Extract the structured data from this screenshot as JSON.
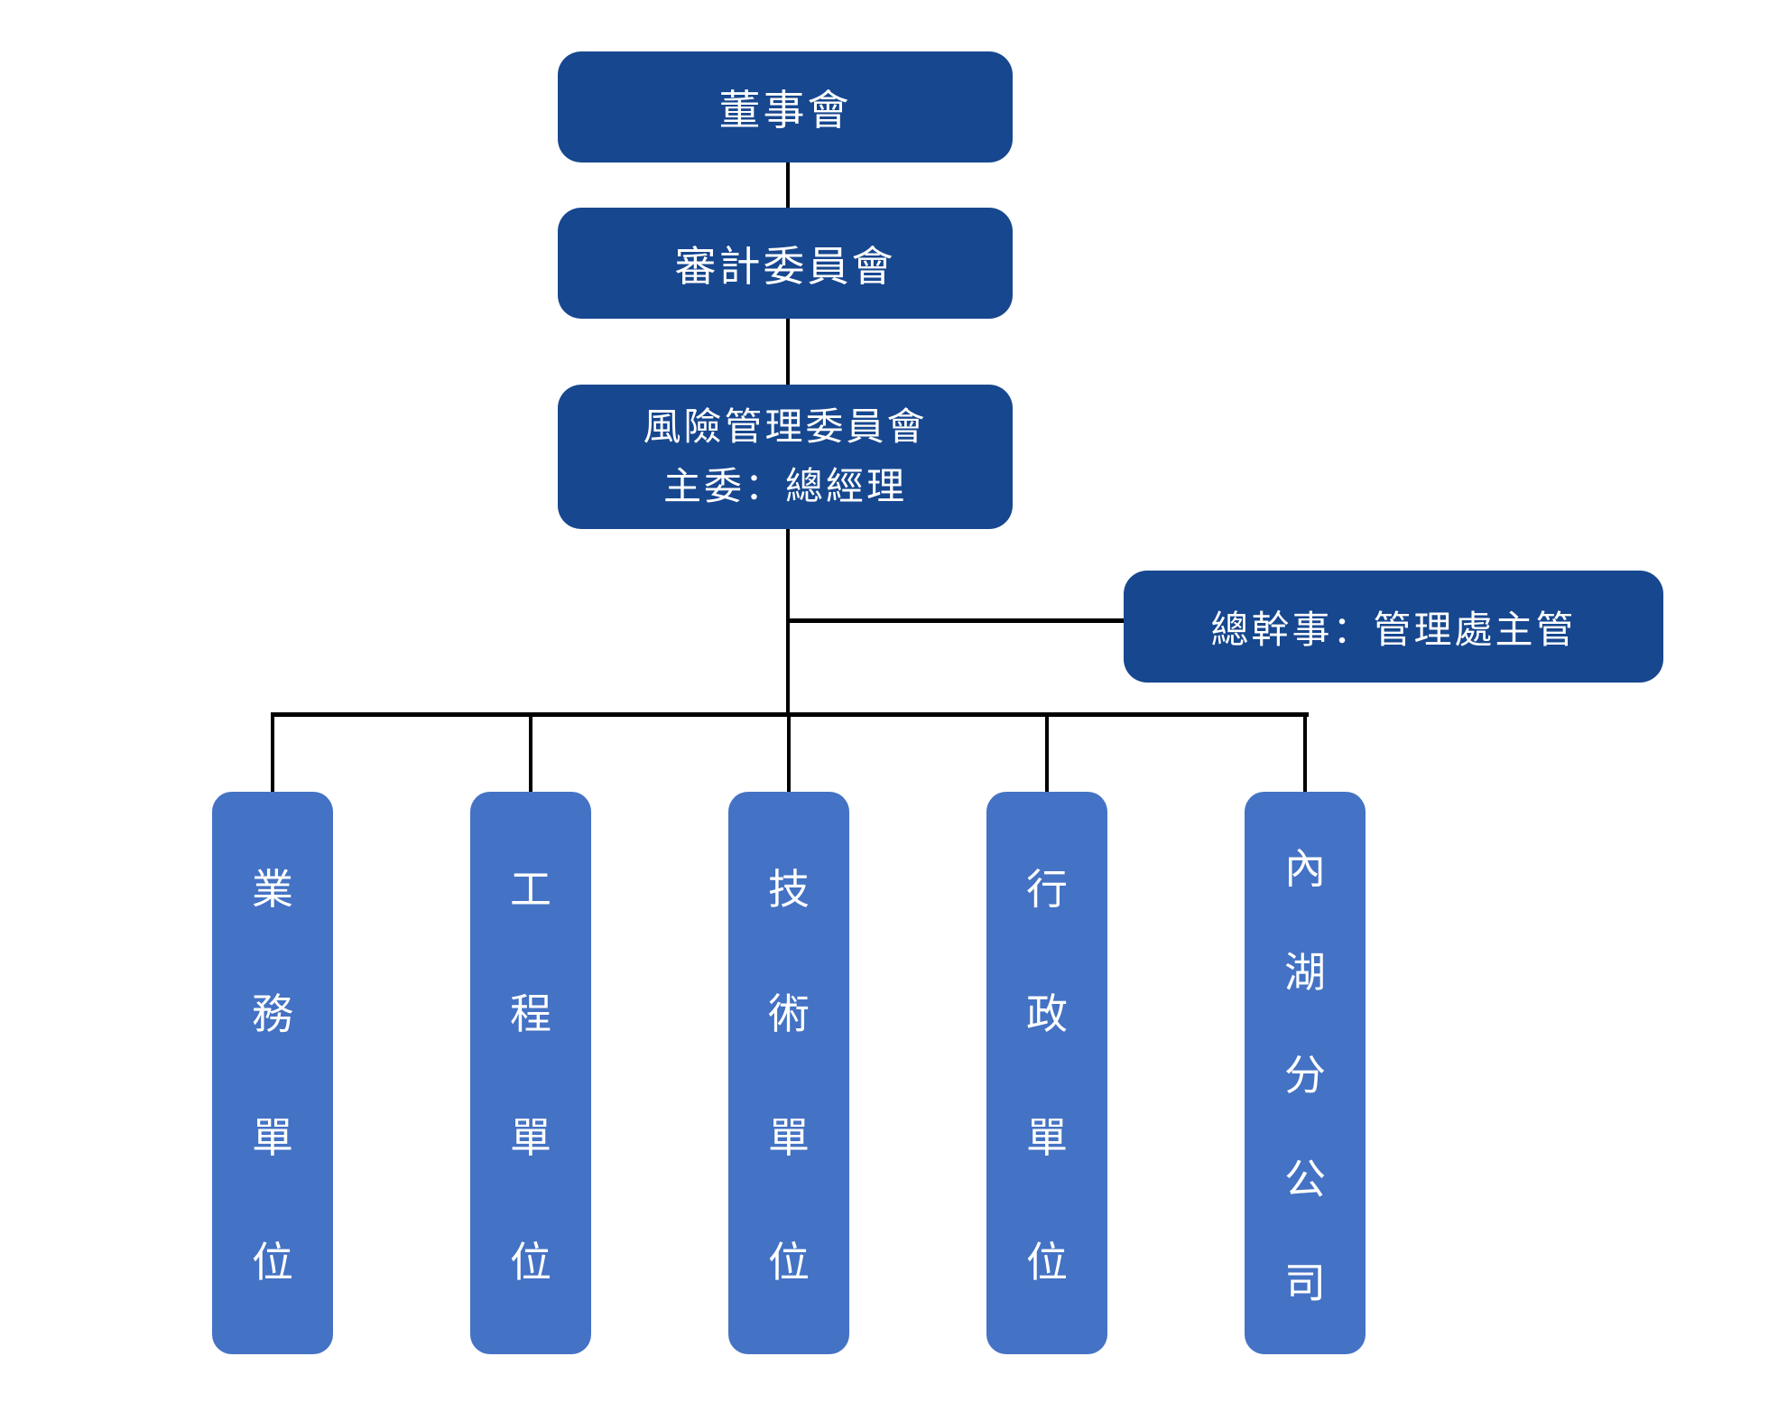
{
  "colors": {
    "background": "#FFFFFF",
    "node_dark": "#17478F",
    "node_light": "#4472C4",
    "node_text": "#FFFFFF",
    "connector": "#000000"
  },
  "org": {
    "chain": [
      {
        "label": "董事會"
      },
      {
        "label": "審計委員會"
      },
      {
        "label": "風險管理委員會",
        "sublabel": "主委：總經理"
      }
    ],
    "staff": {
      "label": "總幹事：管理處主管"
    },
    "units": [
      {
        "label": "業務單位"
      },
      {
        "label": "工程單位"
      },
      {
        "label": "技術單位"
      },
      {
        "label": "行政單位"
      },
      {
        "label": "內湖分公司"
      }
    ]
  }
}
